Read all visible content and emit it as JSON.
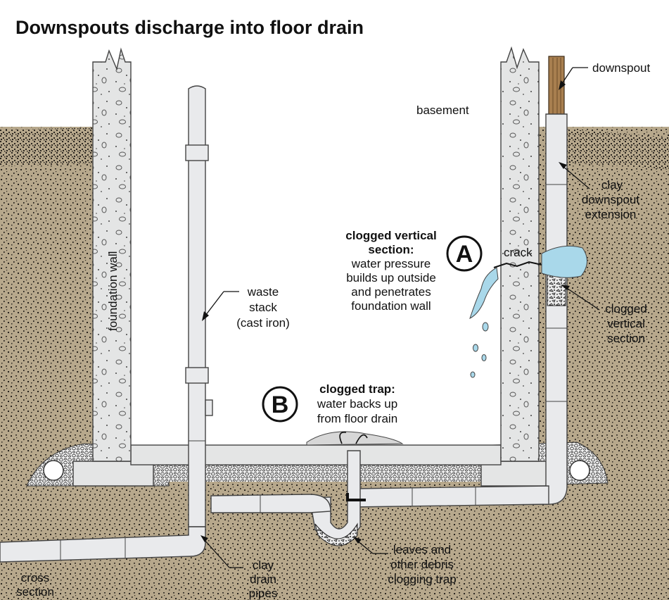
{
  "title": "Downspouts discharge into floor drain",
  "colors": {
    "soil": "#b7a88c",
    "soil_dots": "#2b2620",
    "concrete": "#e4e5e5",
    "pipe": "#e9eaec",
    "water": "#a9d8ea",
    "downspout": "#a87f4f",
    "gravel": "#f2f2f2",
    "outline": "#444444"
  },
  "labels": {
    "downspout": "downspout",
    "basement": "basement",
    "clay_extension": [
      "clay",
      "downspout",
      "extension"
    ],
    "foundation_wall": "foundation wall",
    "waste_stack": [
      "waste",
      "stack",
      "(cast iron)"
    ],
    "crack": "crack",
    "clogged_vertical_right": [
      "clogged",
      "vertical",
      "section"
    ],
    "clay_drain_pipes": [
      "clay",
      "drain",
      "pipes"
    ],
    "cross_section": [
      "cross",
      "section"
    ],
    "leaves": [
      "leaves and",
      "other debris",
      "clogging trap"
    ]
  },
  "callout_a": {
    "letter": "A",
    "heading": [
      "clogged vertical",
      "section:"
    ],
    "body": [
      "water pressure",
      "builds up outside",
      "and penetrates",
      "foundation wall"
    ]
  },
  "callout_b": {
    "letter": "B",
    "heading": "clogged trap:",
    "body": [
      "water backs up",
      "from floor drain"
    ]
  },
  "icons": [
    "circle-a-badge",
    "circle-b-badge",
    "water-splash-icon",
    "debris-clog-icon"
  ]
}
